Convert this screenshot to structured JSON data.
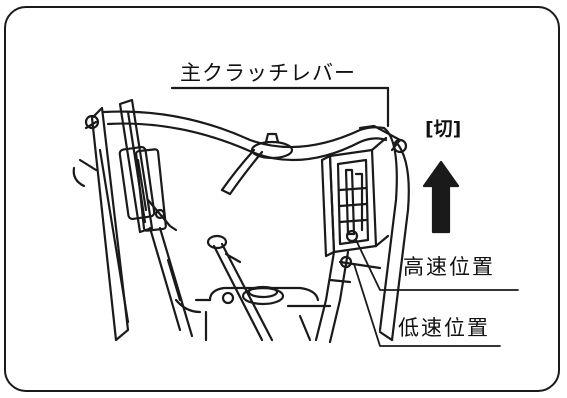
{
  "labels": {
    "main_clutch_lever": "主クラッチレバー",
    "off": "[切]",
    "high_speed": "高速位置",
    "low_speed": "低速位置"
  },
  "colors": {
    "ink": "#1a1a1a",
    "background": "#ffffff"
  }
}
